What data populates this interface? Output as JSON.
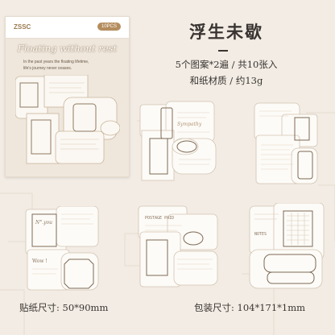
{
  "package": {
    "brand": "ZSSC",
    "count": "10PCS",
    "title": "Floating without rest",
    "subtitle_line1": "In the past years the floating lifetime,",
    "subtitle_line2": "life's journey never ceases."
  },
  "product": {
    "title": "浮生未歇",
    "spec_line1": "5个图案*2遍 / 共10张入",
    "spec_line2": "和纸材质 / 约13g"
  },
  "stickers": {
    "labels": [
      "Sympathy",
      "Wow",
      "N°.you",
      "POSTAGE PAID",
      "NOTES"
    ]
  },
  "footer": {
    "sticker_size": "贴纸尺寸: 50*90mm",
    "package_size": "包装尺寸: 104*171*1mm"
  },
  "colors": {
    "background": "#f2ece4",
    "accent": "#b48d5e",
    "text": "#3a3532"
  }
}
